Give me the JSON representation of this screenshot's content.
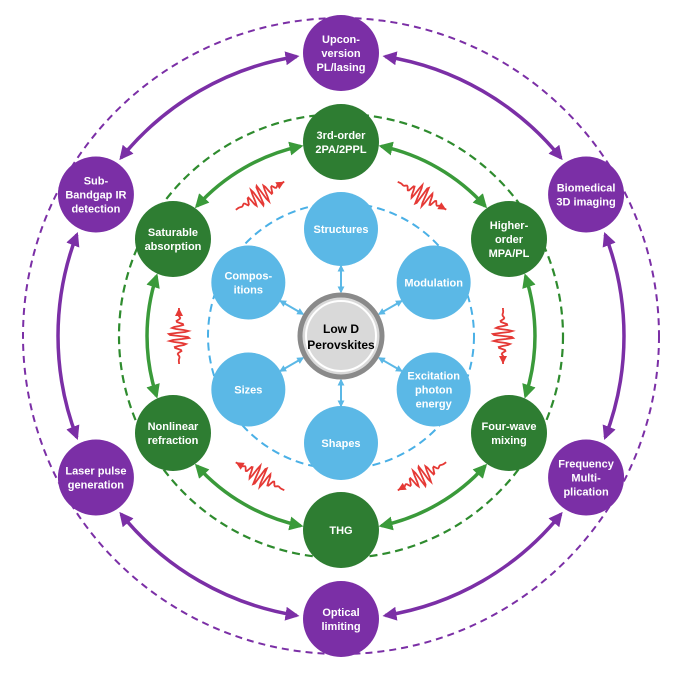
{
  "center": {
    "lines": [
      "Low D",
      "Perovskites"
    ]
  },
  "inner": [
    {
      "id": "structures",
      "lines": [
        "Structures"
      ]
    },
    {
      "id": "modulation",
      "lines": [
        "Modulation"
      ]
    },
    {
      "id": "excitation-photon-energy",
      "lines": [
        "Excitation",
        "photon",
        "energy"
      ]
    },
    {
      "id": "shapes",
      "lines": [
        "Shapes"
      ]
    },
    {
      "id": "sizes",
      "lines": [
        "Sizes"
      ]
    },
    {
      "id": "compositions",
      "lines": [
        "Compos-",
        "itions"
      ]
    }
  ],
  "middle": [
    {
      "id": "3rd-order-2pa-2ppl",
      "lines": [
        "3rd-order",
        "2PA/2PPL"
      ]
    },
    {
      "id": "higher-order-mpa-pl",
      "lines": [
        "Higher-",
        "order",
        "MPA/PL"
      ]
    },
    {
      "id": "four-wave-mixing",
      "lines": [
        "Four-wave",
        "mixing"
      ]
    },
    {
      "id": "thg",
      "lines": [
        "THG"
      ]
    },
    {
      "id": "nonlinear-refraction",
      "lines": [
        "Nonlinear",
        "refraction"
      ]
    },
    {
      "id": "saturable-absorption",
      "lines": [
        "Saturable",
        "absorption"
      ]
    }
  ],
  "outer": [
    {
      "id": "upconversion-pl-lasing",
      "lines": [
        "Upcon-",
        "version",
        "PL/lasing"
      ]
    },
    {
      "id": "biomedical-3d-imaging",
      "lines": [
        "Biomedical",
        "3D imaging"
      ]
    },
    {
      "id": "frequency-multiplication",
      "lines": [
        "Frequency",
        "Multi-",
        "plication"
      ]
    },
    {
      "id": "optical-limiting",
      "lines": [
        "Optical",
        "limiting"
      ]
    },
    {
      "id": "laser-pulse-generation",
      "lines": [
        "Laser pulse",
        "generation"
      ]
    },
    {
      "id": "sub-bandgap-ir-detection",
      "lines": [
        "Sub-",
        "Bandgap IR",
        "detection"
      ]
    }
  ],
  "colors": {
    "outer_node": "#7b2fa6",
    "middle_node": "#2e7d32",
    "inner_node": "#5bb8e6",
    "outer_ring": "#7b2fa6",
    "middle_ring": "#2e8b2e",
    "inner_ring": "#4ab0e6",
    "outer_arrow": "#7b2fa6",
    "middle_arrow": "#3a9a3a",
    "inner_arrow": "#5bb8e6",
    "wave": "#e53935",
    "center_fill": "#d9d9d9",
    "center_ring": "#8a8a8a",
    "node_text": "#ffffff",
    "center_text": "#000000"
  }
}
